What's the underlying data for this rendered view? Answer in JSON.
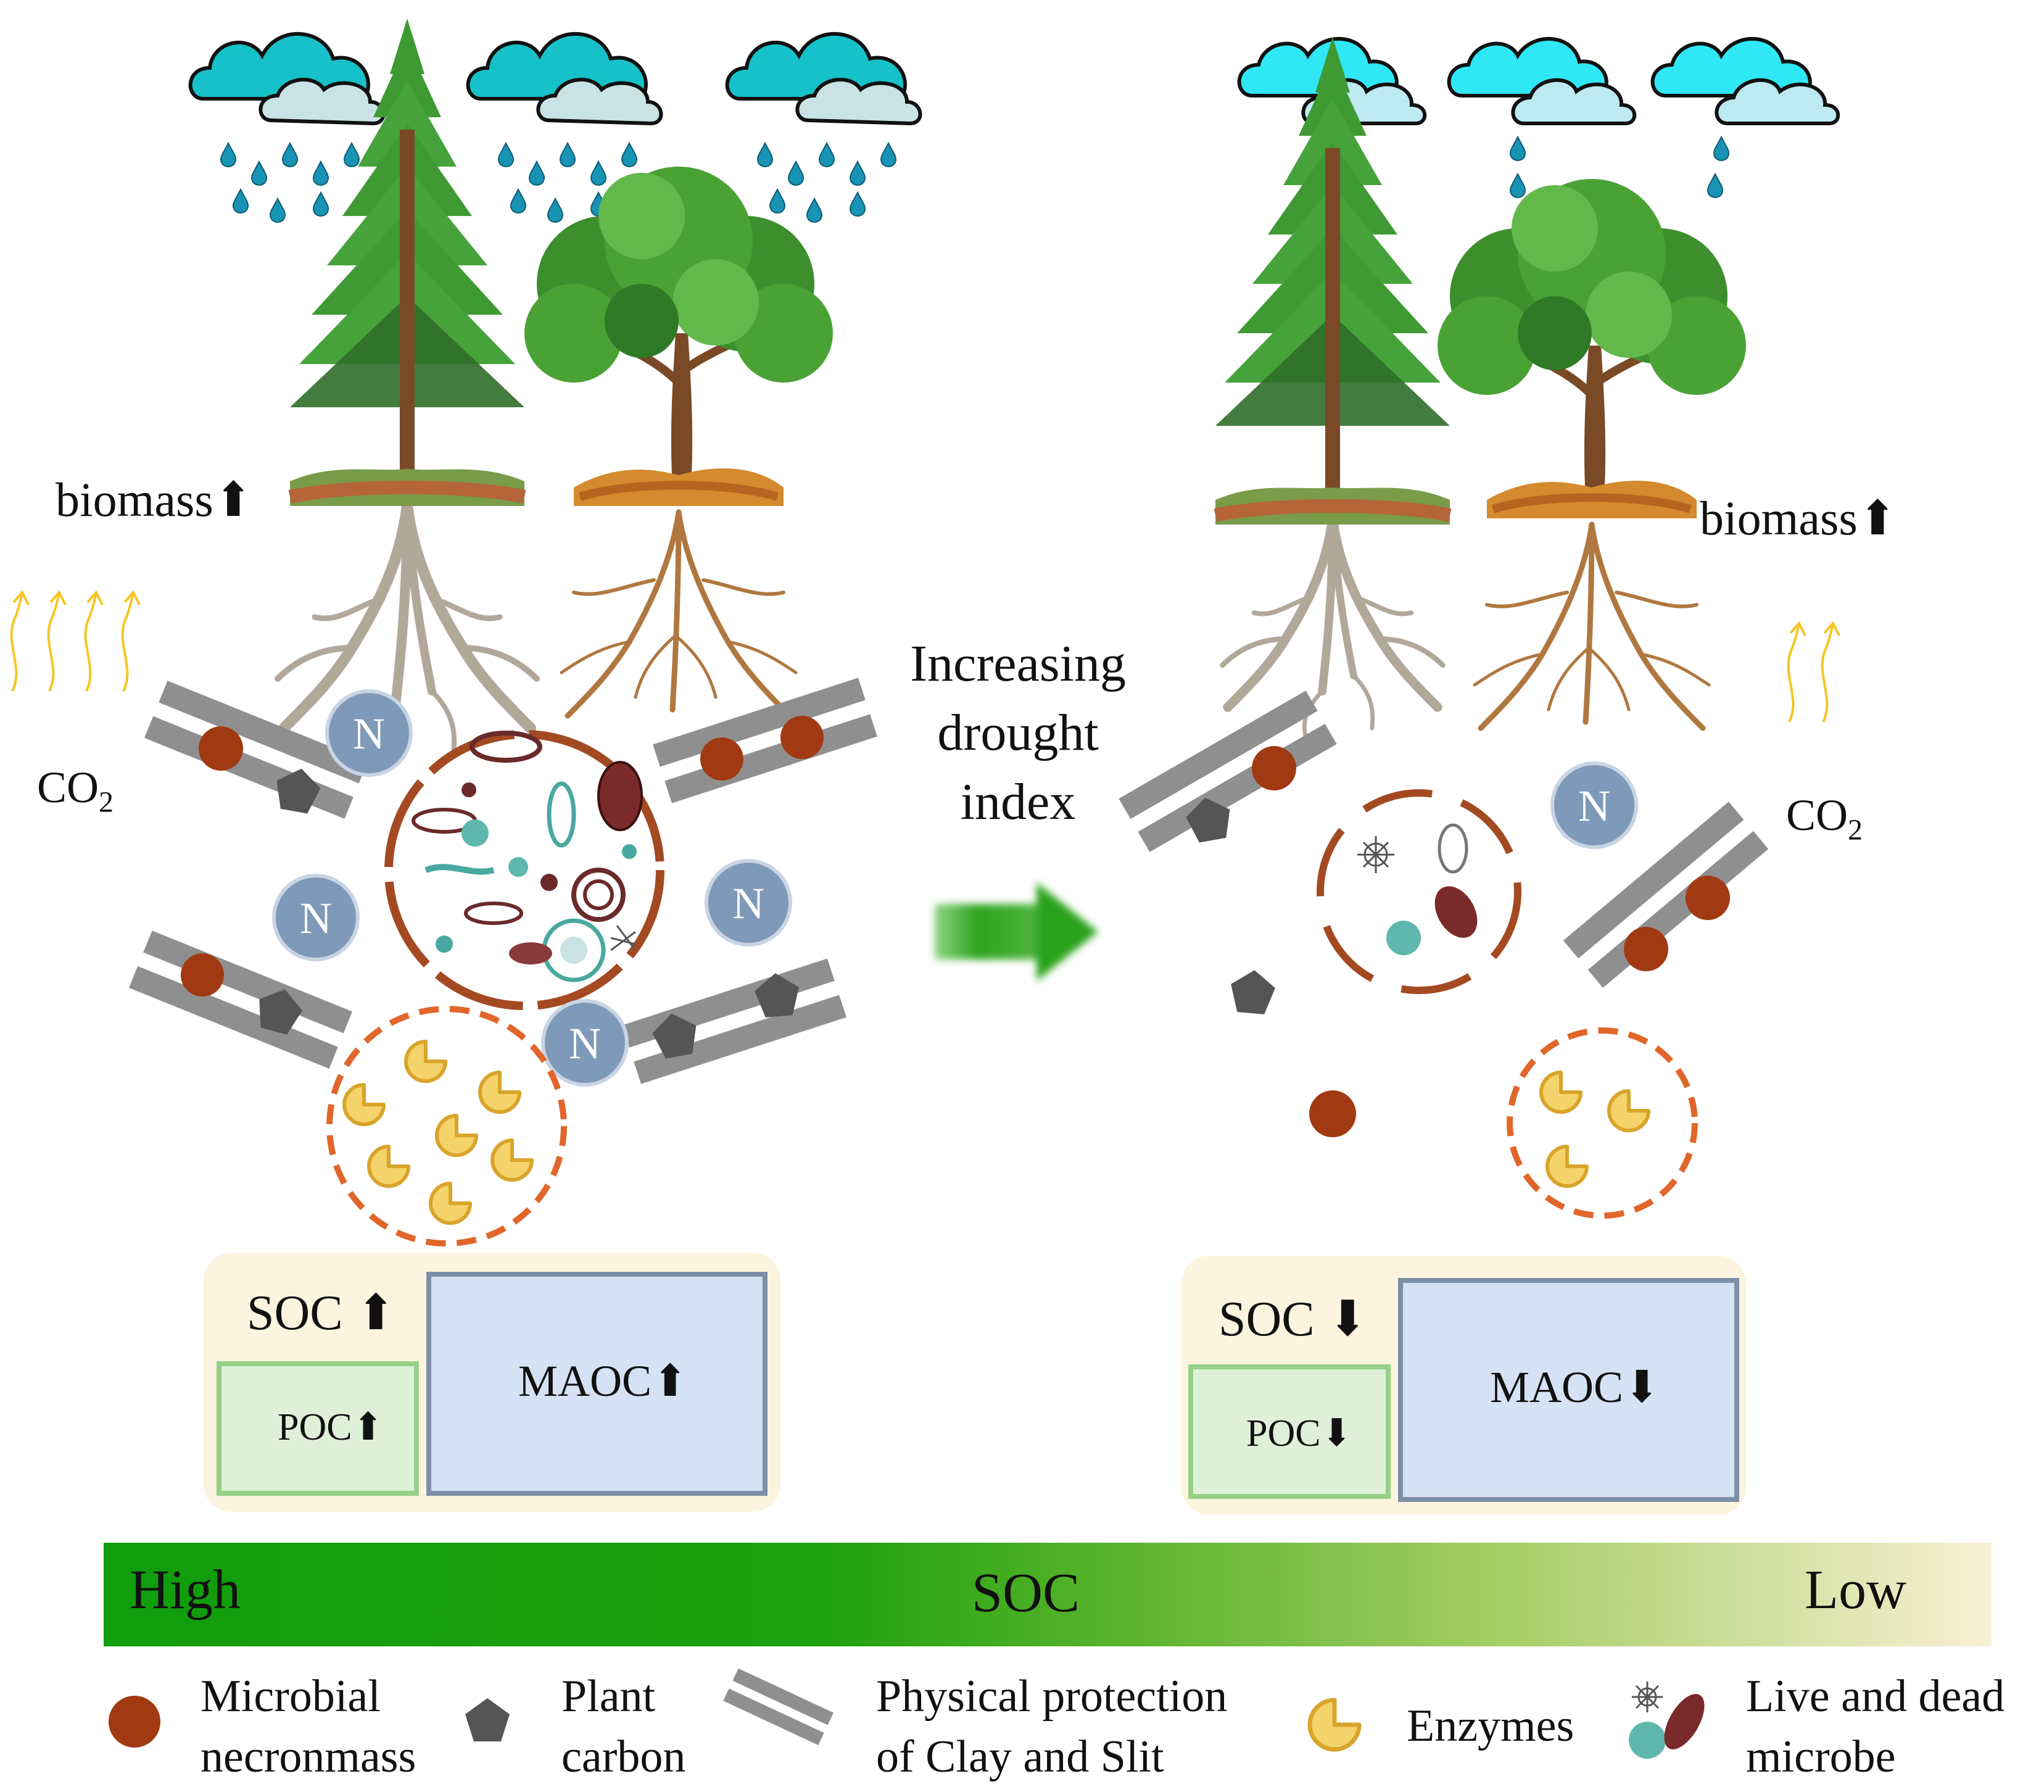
{
  "colors": {
    "tree_green": "#3f9a33",
    "tree_dark": "#2f6e2a",
    "trunk": "#7a4a26",
    "root_gray": "#b2a89a",
    "root_brown": "#b07840",
    "litter": "#d48a2e",
    "cloud_teal": "#17c1c9",
    "cloud_light": "#c9e2e3",
    "cloud_cyan": "#2fe7f5",
    "cloud_pale": "#bde9f1",
    "rain": "#1893b3",
    "co2_arrow": "#f5c623",
    "necromass": "#a13a12",
    "plant_carbon": "#555555",
    "clay_bar": "#8f8f8f",
    "n_fill": "#7f9ab8",
    "enzyme": "#f5d36b",
    "enzyme_stroke": "#d9a42a",
    "dash_ring": "#e0662a",
    "microbe_ring": "#a44a22",
    "arrow_green": "#2aa31a",
    "panel_bg": "#fdf4df",
    "poc_fill": "#dff0d8",
    "poc_stroke": "#94d186",
    "maoc_fill": "#d4e2f3",
    "maoc_stroke": "#7d8fa6",
    "bar_dark": "#109e0c",
    "bar_light": "#f8f0d4"
  },
  "left_panel": {
    "biomass_label": "biomass",
    "co2_label": "CO",
    "co2_sub": "2",
    "n_label": "N",
    "soc_label": "SOC",
    "maoc_label": "MAOC",
    "poc_label": "POC",
    "trend": "up"
  },
  "middle": {
    "drought_line1": "Increasing",
    "drought_line2": "drought",
    "drought_line3": "index"
  },
  "right_panel": {
    "biomass_label": "biomass",
    "co2_label": "CO",
    "co2_sub": "2",
    "n_label": "N",
    "soc_label": "SOC",
    "maoc_label": "MAOC",
    "poc_label": "POC",
    "trend": "down"
  },
  "soc_bar": {
    "high": "High",
    "center": "SOC",
    "low": "Low"
  },
  "legend": [
    {
      "icon": "necromass-circle-icon",
      "line1": "Microbial",
      "line2": "necronmass"
    },
    {
      "icon": "pentagon-icon",
      "line1": "Plant",
      "line2": "carbon"
    },
    {
      "icon": "double-bar-icon",
      "line1": "Physical protection",
      "line2": "of Clay and Slit"
    },
    {
      "icon": "enzyme-icon",
      "line1": "Enzymes",
      "line2": ""
    },
    {
      "icon": "microbe-icon",
      "line1": "Live and dead",
      "line2": "microbe"
    }
  ]
}
